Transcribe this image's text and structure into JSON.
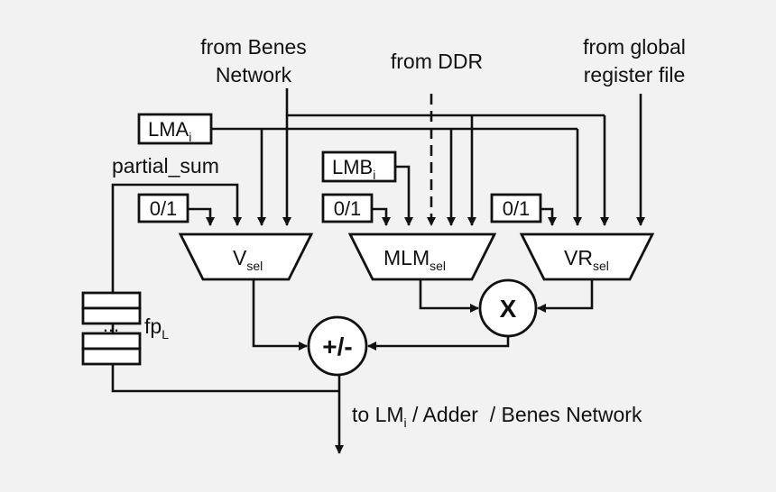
{
  "labels": {
    "from_benes": [
      "from Benes",
      "Network"
    ],
    "from_ddr": "from DDR",
    "from_grf": [
      "from global",
      "register file"
    ],
    "partial_sum": "partial_sum",
    "out_pre": "to LM",
    "out_sub": "i",
    "out_post": " / Adder  / Benes Network"
  },
  "regs": {
    "lma": {
      "main": "LMA",
      "sub": "i"
    },
    "lmb": {
      "main": "LMB",
      "sub": "i"
    },
    "fp": {
      "main": "fp",
      "sub": "L",
      "ellipsis": "..."
    }
  },
  "const_label": "0/1",
  "muxes": {
    "v": {
      "main": "V",
      "sub": "sel"
    },
    "mlm": {
      "main": "MLM",
      "sub": "sel"
    },
    "vr": {
      "main": "VR",
      "sub": "sel"
    }
  },
  "ops": {
    "mult": "X",
    "addsub": "+/-"
  }
}
